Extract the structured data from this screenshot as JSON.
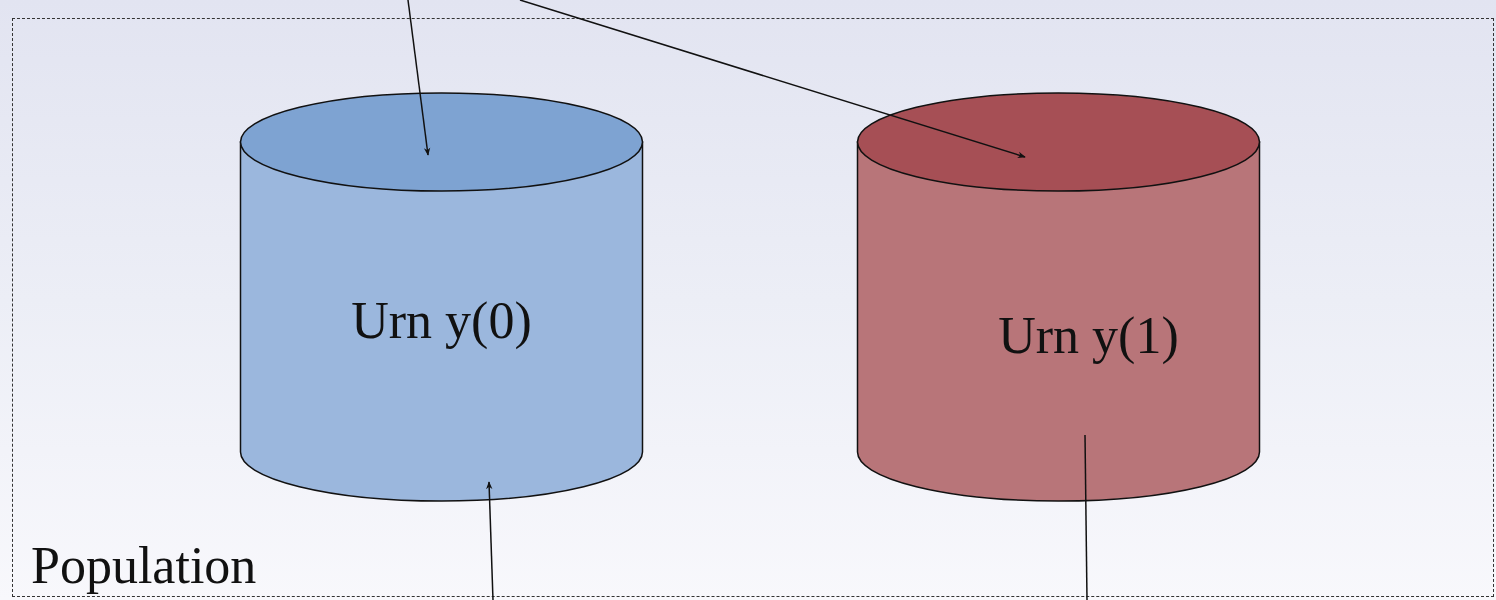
{
  "diagram": {
    "nodes": [
      {
        "text": [
          "Population"
        ]
      },
      {
        "text": [
          "Urn y(0)"
        ],
        "in": 0
      },
      {
        "text": [
          "Urn y(1)"
        ],
        "in": 0
      }
    ]
  }
}
